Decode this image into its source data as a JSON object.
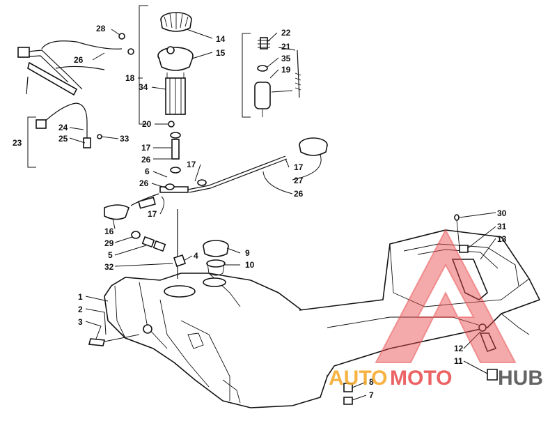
{
  "callouts": [
    {
      "id": "c14",
      "text": "14"
    },
    {
      "id": "c15",
      "text": "15"
    },
    {
      "id": "c18",
      "text": "18"
    },
    {
      "id": "c34",
      "text": "34"
    },
    {
      "id": "c20",
      "text": "20"
    },
    {
      "id": "c28",
      "text": "28"
    },
    {
      "id": "c26a",
      "text": "26"
    },
    {
      "id": "c22",
      "text": "22"
    },
    {
      "id": "c21",
      "text": "21"
    },
    {
      "id": "c35",
      "text": "35"
    },
    {
      "id": "c19",
      "text": "19"
    },
    {
      "id": "c24",
      "text": "24"
    },
    {
      "id": "c25",
      "text": "25"
    },
    {
      "id": "c23",
      "text": "23"
    },
    {
      "id": "c33",
      "text": "33"
    },
    {
      "id": "c17a",
      "text": "17"
    },
    {
      "id": "c26b",
      "text": "26"
    },
    {
      "id": "c6",
      "text": "6"
    },
    {
      "id": "c17b",
      "text": "17"
    },
    {
      "id": "c26c",
      "text": "26"
    },
    {
      "id": "c17c",
      "text": "17"
    },
    {
      "id": "c17d",
      "text": "17"
    },
    {
      "id": "c27",
      "text": "27"
    },
    {
      "id": "c26d",
      "text": "26"
    },
    {
      "id": "c16",
      "text": "16"
    },
    {
      "id": "c29",
      "text": "29"
    },
    {
      "id": "c5",
      "text": "5"
    },
    {
      "id": "c32",
      "text": "32"
    },
    {
      "id": "c4",
      "text": "4"
    },
    {
      "id": "c9",
      "text": "9"
    },
    {
      "id": "c10",
      "text": "10"
    },
    {
      "id": "c1",
      "text": "1"
    },
    {
      "id": "c2",
      "text": "2"
    },
    {
      "id": "c3",
      "text": "3"
    },
    {
      "id": "c30",
      "text": "30"
    },
    {
      "id": "c31",
      "text": "31"
    },
    {
      "id": "c13",
      "text": "13"
    },
    {
      "id": "c12",
      "text": "12"
    },
    {
      "id": "c11",
      "text": "11"
    },
    {
      "id": "c8",
      "text": "8"
    },
    {
      "id": "c7",
      "text": "7"
    }
  ],
  "watermark": {
    "part1": "AUTO",
    "part2": "MOTO",
    "part3": "HUB",
    "color_orange": "#f5a623",
    "color_red": "#e8484a",
    "color_gray": "#4a4a4a"
  }
}
